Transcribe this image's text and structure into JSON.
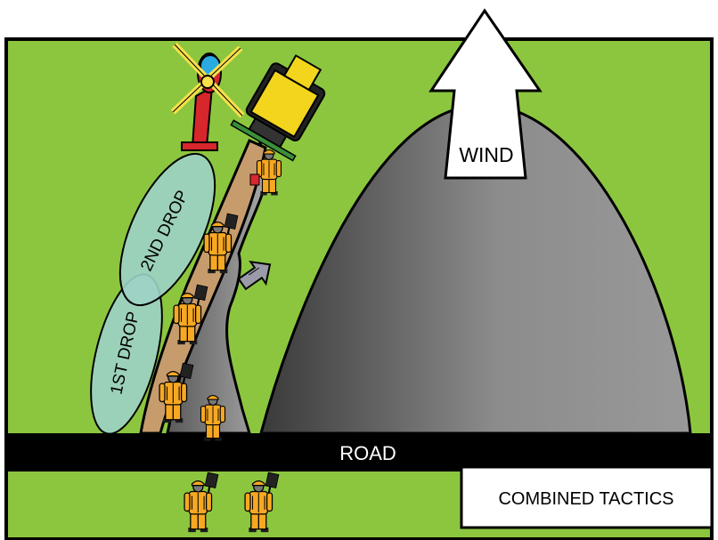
{
  "diagram": {
    "wind_label": "WIND",
    "road_label": "ROAD",
    "title_box": "COMBINED TACTICS",
    "drop_1_label": "1ST DROP",
    "drop_2_label": "2ND DROP"
  },
  "colors": {
    "grass": "#8cc63f",
    "road": "#000000",
    "fire_gray": "#8c8c8c",
    "fireline_brown": "#c69c6d",
    "drop_zone": "#9dd2c6",
    "firefighter": "#f7a823",
    "dozer_yellow": "#f2d51c",
    "helicopter_red": "#d7262c"
  },
  "icons": {
    "helicopter": "helicopter-icon",
    "dozer": "bulldozer-icon",
    "firefighter": "firefighter-icon",
    "spread_arrow": "fire-spread-arrow-icon",
    "wind_arrow": "wind-arrow-icon"
  }
}
